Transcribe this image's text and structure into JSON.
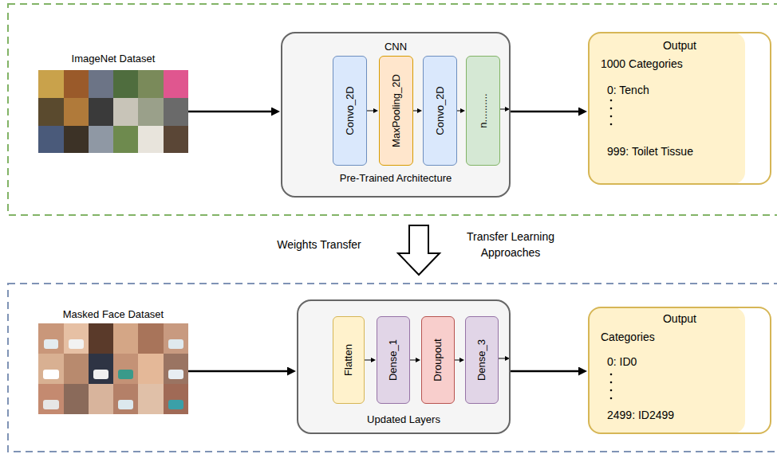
{
  "diagram": {
    "nodes": [
      {
        "text": [
          "ImageNet Dataset"
        ]
      },
      {
        "text": [
          "CNN",
          "Pre-Trained Architecture"
        ]
      },
      {
        "text": [
          "Convo_2D"
        ],
        "in": 1
      },
      {
        "text": [
          "MaxPooling_2D"
        ],
        "in": 1
      },
      {
        "text": [
          "Convo_2D"
        ],
        "in": 1
      },
      {
        "text": [
          "n.........."
        ],
        "in": 1
      },
      {
        "text": [
          "Output",
          "1000 Categories",
          "0: Tench",
          "999: Toilet Tissue"
        ]
      },
      {
        "text": [
          "Masked Face Dataset"
        ]
      },
      {
        "text": [
          "Updated Layers"
        ]
      },
      {
        "text": [
          "Flatten"
        ],
        "in": 8
      },
      {
        "text": [
          "Dense_1"
        ],
        "in": 8
      },
      {
        "text": [
          "Droupout"
        ],
        "in": 8
      },
      {
        "text": [
          "Dense_3"
        ],
        "in": 8
      },
      {
        "text": [
          "Output",
          "Categories",
          "0: ID0",
          "2499: ID2499"
        ]
      }
    ],
    "edges": [
      {
        "from": 0,
        "to": 1,
        "arrow": "to"
      },
      {
        "from": 2,
        "to": 3,
        "arrow": "to"
      },
      {
        "from": 3,
        "to": 4,
        "arrow": "to"
      },
      {
        "from": 4,
        "to": 5,
        "arrow": "to"
      },
      {
        "from": 1,
        "to": 6,
        "arrow": "to"
      },
      {
        "from": 7,
        "to": 8,
        "arrow": "to"
      },
      {
        "from": 9,
        "to": 10,
        "arrow": "to"
      },
      {
        "from": 10,
        "to": 11,
        "arrow": "to"
      },
      {
        "from": 11,
        "to": 12,
        "arrow": "to"
      },
      {
        "from": 8,
        "to": 13,
        "arrow": "to"
      }
    ],
    "labels": [
      "Weights Transfer",
      "Transfer Learning Approaches"
    ]
  }
}
